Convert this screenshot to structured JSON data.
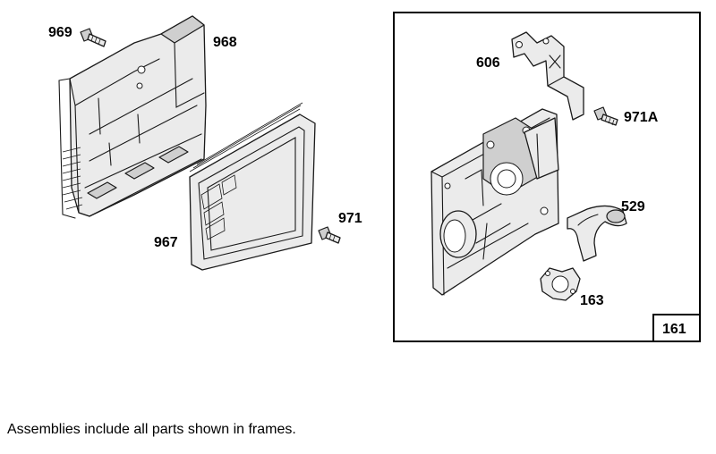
{
  "callouts": {
    "p969": "969",
    "p968": "968",
    "p967": "967",
    "p971": "971",
    "p606": "606",
    "p971a": "971A",
    "p529": "529",
    "p163": "163",
    "assembly": "161"
  },
  "footnote": "Assemblies include all parts shown in frames."
}
